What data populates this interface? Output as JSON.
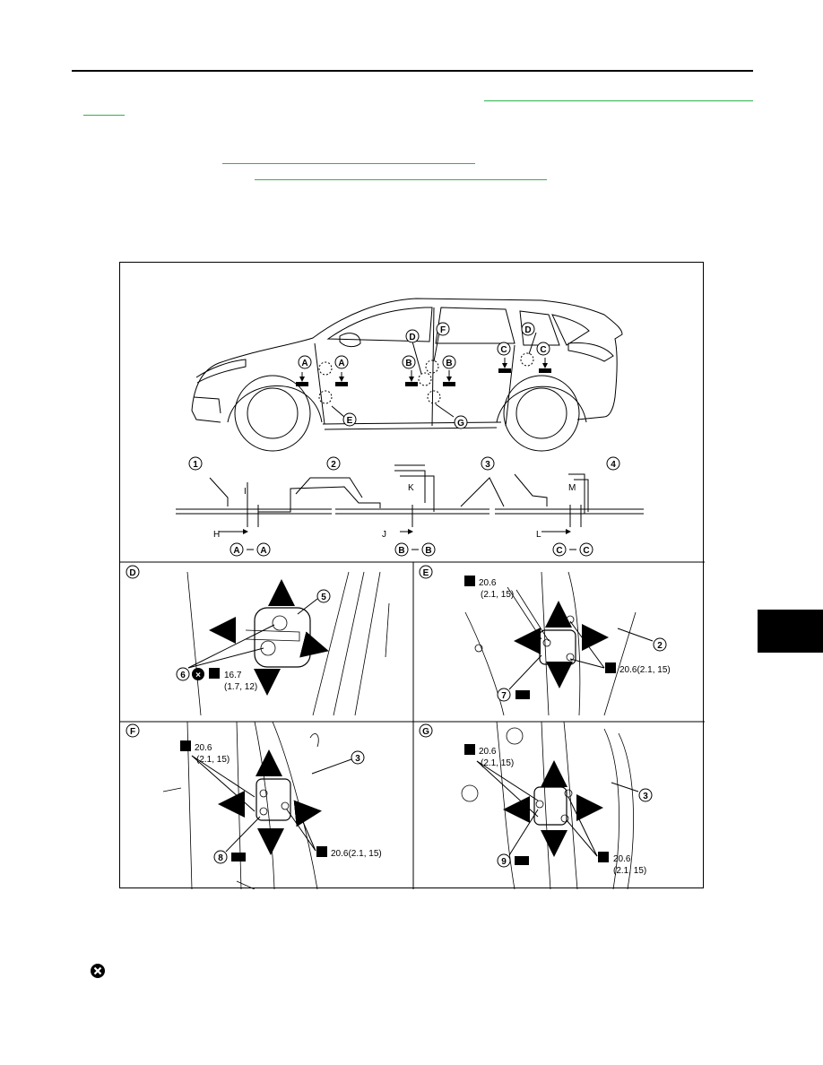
{
  "link_colour": "#2fb34a",
  "figure": {
    "callouts": {
      "n1": "1",
      "n2": "2",
      "n3": "3",
      "n4": "4",
      "n5": "5",
      "n6": "6",
      "n7": "7",
      "n8": "8",
      "n9": "9",
      "A": "A",
      "B": "B",
      "C": "C",
      "D": "D",
      "E": "E",
      "F": "F",
      "G": "G"
    },
    "section_titles": {
      "aa": [
        "A",
        "A"
      ],
      "bb": [
        "B",
        "B"
      ],
      "cc": [
        "C",
        "C"
      ]
    },
    "dims": {
      "H": "H",
      "I": "I",
      "J": "J",
      "K": "K",
      "L": "L",
      "M": "M"
    },
    "panel_labels": {
      "D": "D",
      "E": "E",
      "F": "F",
      "G": "G"
    },
    "torque": {
      "d_value": "16.7",
      "d_sub": "(1.7, 12)",
      "e_top_value": "20.6",
      "e_top_sub": "(2.1, 15)",
      "e_right": "20.6(2.1, 15)",
      "f_top_value": "20.6",
      "f_top_sub": "(2.1, 15)",
      "f_right": "20.6(2.1, 15)",
      "g_top_value": "20.6",
      "g_top_sub": "(2.1, 15)",
      "g_right_value": "20.6",
      "g_right_sub": "(2.1, 15)"
    }
  },
  "icons": [
    "torque-wrench-icon",
    "do-not-reuse-icon",
    "grease-icon",
    "arrow-icon"
  ]
}
